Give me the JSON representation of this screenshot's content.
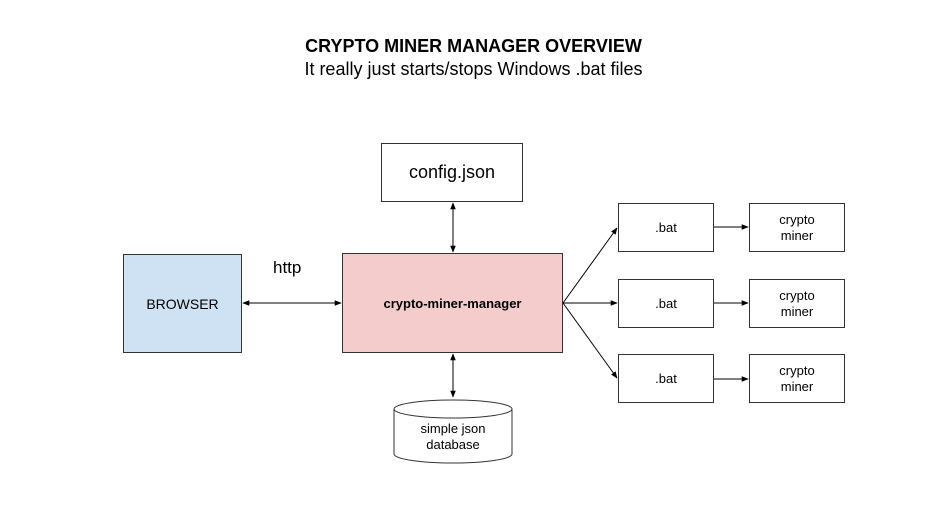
{
  "header": {
    "title": "CRYPTO MINER MANAGER OVERVIEW",
    "subtitle": "It really just starts/stops Windows .bat files"
  },
  "nodes": {
    "browser": "BROWSER",
    "manager": "crypto-miner-manager",
    "config": "config.json",
    "database": "simple json database",
    "bat_files": [
      ".bat",
      ".bat",
      ".bat"
    ],
    "miners": [
      "crypto miner",
      "crypto miner",
      "crypto miner"
    ]
  },
  "edges": {
    "browser_manager_label": "http"
  },
  "colors": {
    "browser_fill": "#cfe2f3",
    "manager_fill": "#f4cccc",
    "line": "#000000"
  }
}
